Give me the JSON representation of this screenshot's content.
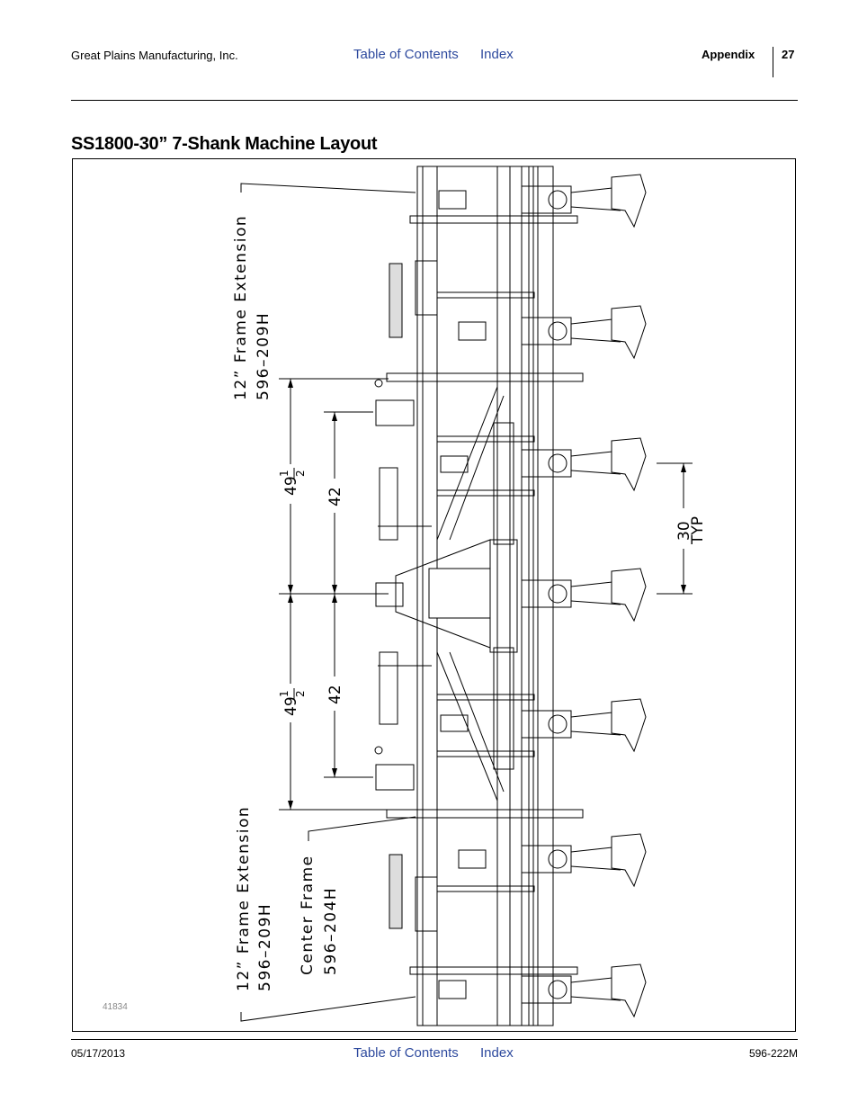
{
  "header": {
    "company": "Great Plains Manufacturing, Inc.",
    "toc_link": "Table of Contents",
    "index_link": "Index",
    "section": "Appendix",
    "page_number": "27"
  },
  "title": "SS1800-30” 7-Shank Machine Layout",
  "figure": {
    "figure_number": "41834",
    "labels": {
      "top_extension_line1": "12” Frame Extension",
      "top_extension_line2": "596–209H",
      "bottom_extension_line1": "12” Frame Extension",
      "bottom_extension_line2": "596–209H",
      "center_frame_line1": "Center Frame",
      "center_frame_line2": "596–204H",
      "dim_49_top": "49",
      "dim_49_bottom": "49",
      "dim_42_top": "42",
      "dim_42_bottom": "42",
      "frac_num": "1",
      "frac_den": "2",
      "dim_30": "30",
      "dim_typ": "TYP"
    }
  },
  "footer": {
    "date": "05/17/2013",
    "toc_link": "Table of Contents",
    "index_link": "Index",
    "doc_number": "596-222M"
  }
}
